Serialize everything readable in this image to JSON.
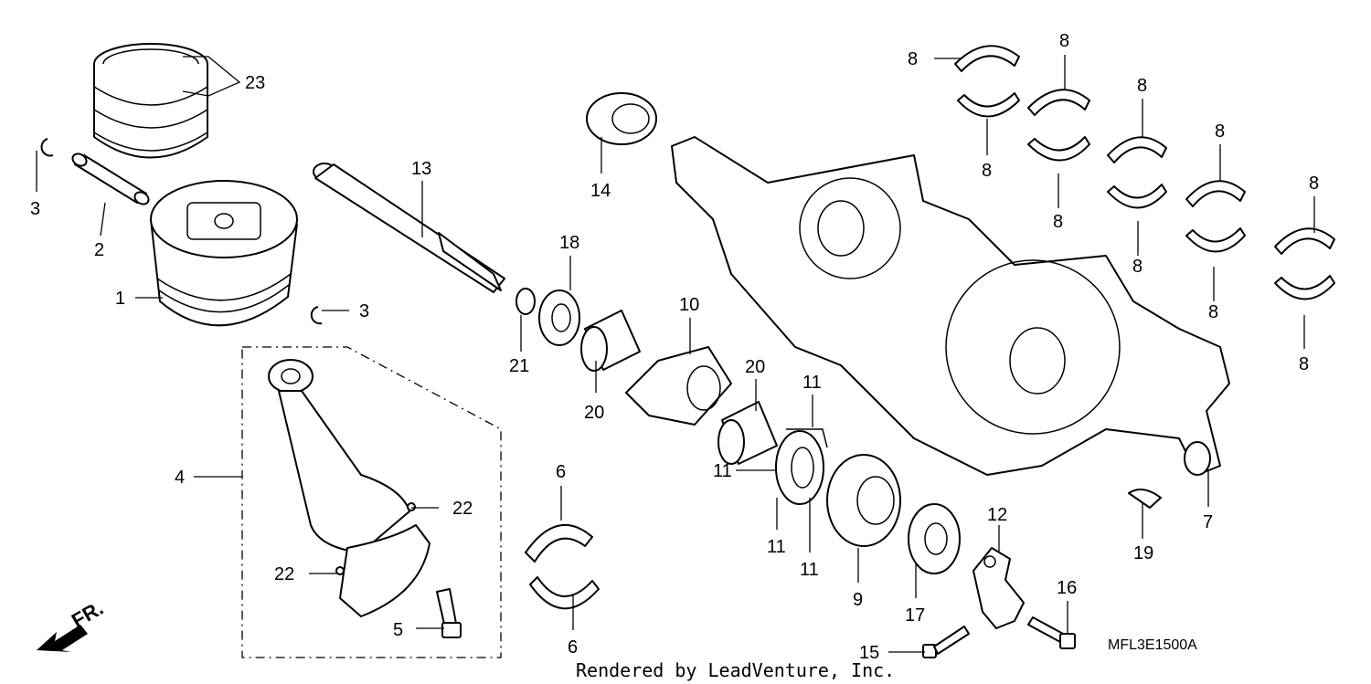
{
  "diagram": {
    "drawing_code": "MFL3E1500A",
    "credit": "Rendered by LeadVenture, Inc.",
    "front_marker": "FR.",
    "callouts": [
      "1",
      "2",
      "3",
      "3",
      "4",
      "5",
      "6",
      "6",
      "7",
      "8",
      "8",
      "8",
      "8",
      "8",
      "8",
      "8",
      "8",
      "8",
      "8",
      "9",
      "10",
      "11",
      "11",
      "11",
      "11",
      "12",
      "13",
      "14",
      "15",
      "16",
      "17",
      "18",
      "19",
      "20",
      "20",
      "21",
      "22",
      "22",
      "23"
    ]
  }
}
